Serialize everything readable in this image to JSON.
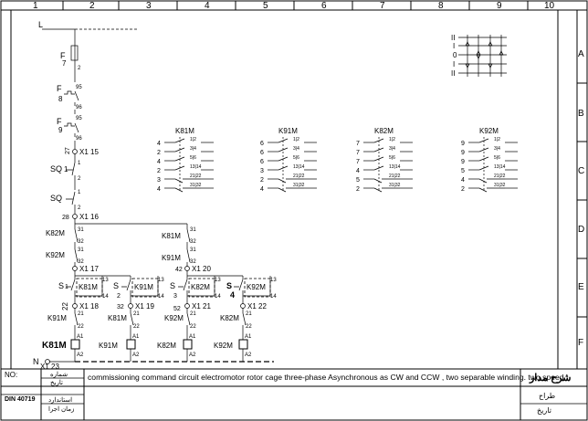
{
  "grid": {
    "columns": [
      "1",
      "2",
      "3",
      "4",
      "5",
      "6",
      "7",
      "8",
      "9",
      "10"
    ],
    "rows": [
      "A",
      "B",
      "C",
      "D",
      "E",
      "F"
    ]
  },
  "control_circuit": {
    "supply_top": "L",
    "supply_bottom": "N",
    "fuse": {
      "letter": "F",
      "num": "7",
      "pin": "2"
    },
    "thermal_1": {
      "letter": "F",
      "num": "8",
      "top_pin": "95",
      "bottom_pin": "96"
    },
    "thermal_2": {
      "letter": "F",
      "num": "9",
      "top_pin": "95",
      "bottom_pin": "96"
    },
    "terminal_15": "X1 15",
    "terminal_16": "X1 16",
    "terminal_17": "X1 17",
    "terminal_18": "X1 18",
    "terminal_19": "X1 19",
    "terminal_20": "X1 20",
    "terminal_21": "X1 21",
    "terminal_22": "X1 22",
    "terminal_23": "X1 23",
    "stop_button": "SQ",
    "stop_num": "1",
    "stop_pins": [
      "1",
      "2"
    ],
    "aux_button": "SQ",
    "aux_pins": [
      "1",
      "2"
    ],
    "wire_27": "27",
    "wire_28": "28",
    "wire_22": "22",
    "wire_32": "32",
    "wire_42": "42",
    "wire_52": "52",
    "contacts": {
      "k82m_a": "K82M",
      "k92m_a": "K92M",
      "k81m_b": "K81M",
      "k91m_b": "K91M",
      "k81m_c": "K81M",
      "k91m_c": "K91M",
      "k92m_c": "K92M",
      "k82m_c": "K82M",
      "pin_31": "31",
      "pin_32": "32",
      "pin_13": "13",
      "pin_14": "14",
      "pin_21": "21",
      "pin_22": "22",
      "pin_a1": "A1",
      "pin_a2": "A2"
    },
    "buttons": [
      {
        "label": "S",
        "num": "1",
        "coil": "K81M"
      },
      {
        "label": "S",
        "num": "2",
        "coil": "K91M"
      },
      {
        "label": "S",
        "num": "3",
        "coil": "K82M"
      },
      {
        "label": "S",
        "num": "4",
        "coil": "K92M"
      }
    ],
    "coils": [
      "K81M",
      "K91M",
      "K82M",
      "K92M"
    ]
  },
  "contact_tables": [
    {
      "name": "K81M",
      "left": [
        "4",
        "2",
        "4",
        "2",
        "3",
        "4"
      ]
    },
    {
      "name": "K91M",
      "left": [
        "6",
        "6",
        "6",
        "3",
        "2",
        "4"
      ]
    },
    {
      "name": "K82M",
      "left": [
        "7",
        "7",
        "7",
        "4",
        "5",
        "2"
      ]
    },
    {
      "name": "K92M",
      "left": [
        "9",
        "9",
        "9",
        "5",
        "4",
        "2"
      ]
    }
  ],
  "contact_pins": [
    "1|2",
    "3|4",
    "5|6",
    "13|14",
    "21|22",
    "31|32"
  ],
  "switch_legend": [
    "II",
    "I",
    "0",
    "I",
    "II"
  ],
  "title_block": {
    "no_label": "NO:",
    "number_label": "شماره",
    "date_label": "تاريخ",
    "din": "DIN 40719",
    "standard_label": "استاندارد",
    "time_label": "زمان اجرا",
    "description": "commissioning command circuit electromotor rotor cage three-phase Asynchronous as CW and CCW , two separable winding. two speed",
    "title_label": "شرح مدار",
    "designer_label": "طراح",
    "date_label_right": "تاريخ"
  }
}
